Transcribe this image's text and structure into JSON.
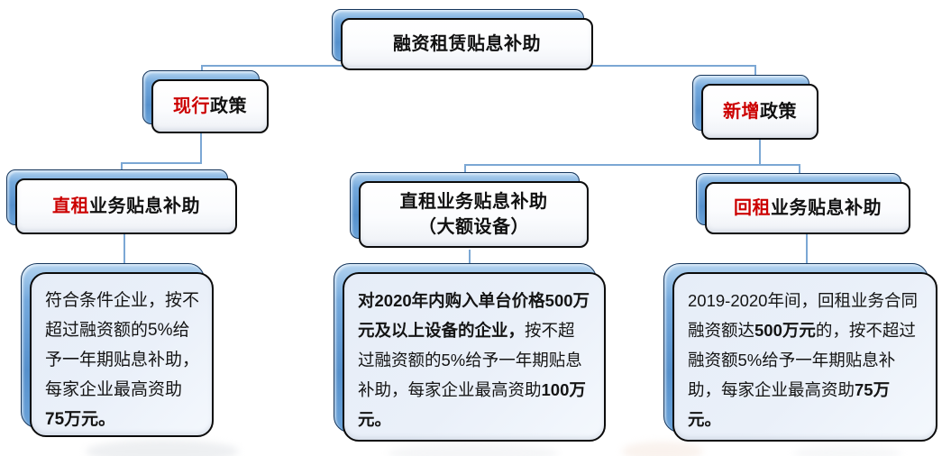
{
  "diagram": {
    "root": {
      "label": "融资租赁贴息补助"
    },
    "level2": {
      "current_policy": {
        "highlight": "现行",
        "rest": "政策"
      },
      "new_policy": {
        "highlight": "新增",
        "rest": "政策"
      }
    },
    "level3": {
      "direct_lease": {
        "highlight": "直租",
        "rest": "业务贴息补助"
      },
      "direct_lease_large": {
        "line1": "直租业务贴息补助",
        "line2": "（大额设备）"
      },
      "sale_leaseback": {
        "highlight": "回租",
        "rest": "业务贴息补助"
      }
    },
    "details": {
      "direct_lease": {
        "segments": [
          {
            "text": "符合条件企业，按不超过融资额的5%给予一年期贴息补助，每家企业最高资助",
            "bold": false
          },
          {
            "text": "75万元。",
            "bold": true
          }
        ]
      },
      "direct_lease_large": {
        "segments": [
          {
            "text": "对2020年内购入单台价格500万元及以上设备的企业，",
            "bold": true
          },
          {
            "text": "按不超过融资额的5%给予一年期贴息补助，每家企业最高资助",
            "bold": false
          },
          {
            "text": "100万元。",
            "bold": true
          }
        ]
      },
      "sale_leaseback": {
        "segments": [
          {
            "text": "2019-2020年间，回租业务合同融资额达",
            "bold": false
          },
          {
            "text": "500万元",
            "bold": true
          },
          {
            "text": "的，按不超过融资额5%给予一年期贴息补助，每家企业最高资助",
            "bold": false
          },
          {
            "text": "75万元。",
            "bold": true
          }
        ]
      }
    }
  },
  "colors": {
    "highlight_text": "#cc0000",
    "connector_line": "#7ba7d4",
    "plate_blue_top": "#b4d4f0",
    "plate_blue": "#5590cc",
    "detail_fill": "#eaf0f9",
    "box_border": "#0b0b0b"
  }
}
